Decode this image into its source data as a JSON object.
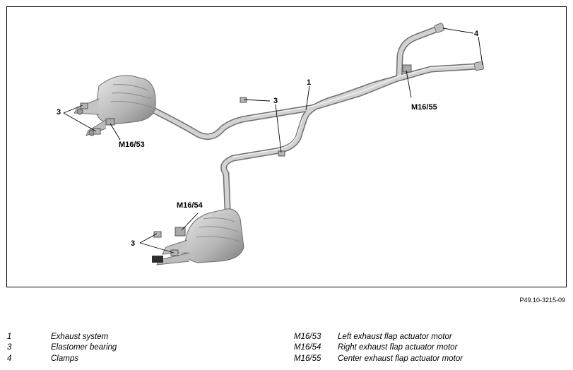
{
  "figure": {
    "code": "P49.10-3215-09",
    "callouts": {
      "label_1": "1",
      "label_3_left": "3",
      "label_3_mid": "3",
      "label_3_bottom": "3",
      "label_4": "4",
      "label_m16_53": "M16/53",
      "label_m16_54": "M16/54",
      "label_m16_55": "M16/55"
    }
  },
  "legend": {
    "left": [
      {
        "key": "1",
        "desc": "Exhaust system"
      },
      {
        "key": "3",
        "desc": "Elastomer bearing"
      },
      {
        "key": "4",
        "desc": "Clamps"
      }
    ],
    "right": [
      {
        "key": "M16/53",
        "desc": "Left exhaust flap actuator motor"
      },
      {
        "key": "M16/54",
        "desc": "Right exhaust flap actuator motor"
      },
      {
        "key": "M16/55",
        "desc": "Center exhaust flap actuator motor"
      }
    ]
  },
  "colors": {
    "pipe_fill": "#c9c9c9",
    "pipe_outline": "#6d6d6d",
    "muffler_fill": "#bdbdbd",
    "shadow": "#8a8a8a"
  }
}
